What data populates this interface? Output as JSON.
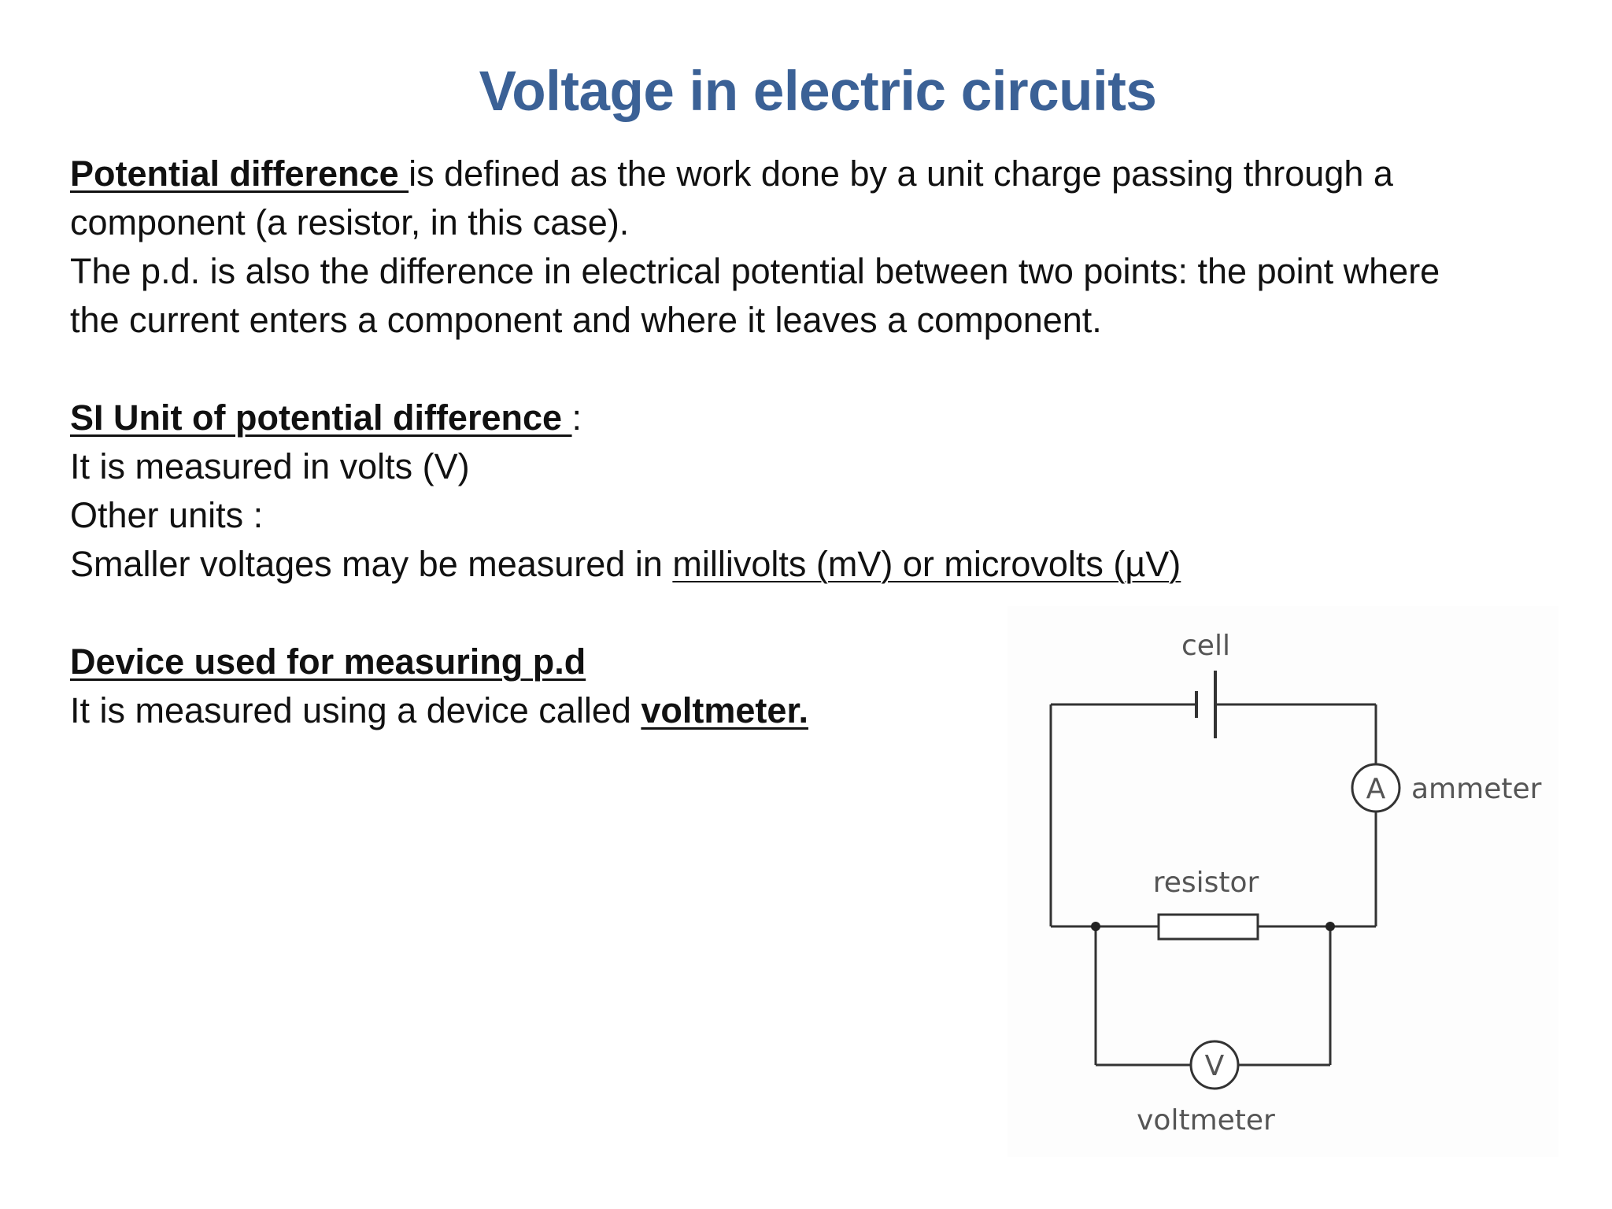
{
  "slide": {
    "title": "Voltage in electric circuits"
  },
  "definition": {
    "term": "Potential difference ",
    "text_line1": "is defined as the work done by a unit charge passing through a",
    "text_line2": "component (a resistor, in this case).",
    "text_line3": "The p.d. is also the difference in electrical potential between two points: the point where",
    "text_line4": "the current enters a component and where it leaves a component."
  },
  "si_unit": {
    "heading": "SI Unit of potential difference ",
    "colon": ":",
    "line1": "It is measured in volts (V)",
    "line2": "Other units :",
    "line3_prefix": "Smaller voltages may be measured in ",
    "line3_units": "millivolts (mV) or microvolts (µV)"
  },
  "device": {
    "heading": "Device used for measuring p.d",
    "line_prefix": "It is measured using a device called ",
    "device_name": "voltmeter."
  },
  "circuit": {
    "cell_label": "cell",
    "ammeter_label": "ammeter",
    "ammeter_symbol": "A",
    "resistor_label": "resistor",
    "voltmeter_label": "voltmeter",
    "voltmeter_symbol": "V"
  }
}
